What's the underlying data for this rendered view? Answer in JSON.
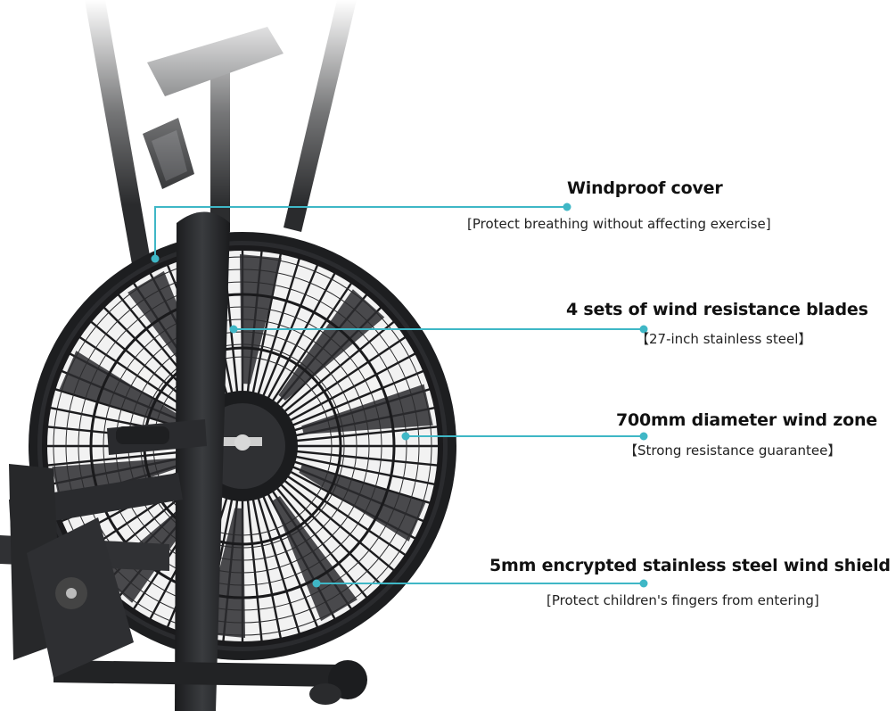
{
  "colors": {
    "callout_line": "#3fb7c6",
    "frame": "#222426",
    "text": "#111111"
  },
  "callouts": [
    {
      "title": "Windproof cover",
      "subtitle": "[Protect breathing without affecting exercise]"
    },
    {
      "title": "4 sets of wind resistance blades",
      "subtitle": "【27-inch stainless steel】"
    },
    {
      "title": "700mm diameter wind zone",
      "subtitle": "【Strong resistance guarantee】"
    },
    {
      "title": "5mm encrypted stainless steel wind shield",
      "subtitle": "[Protect children's fingers from entering]"
    }
  ]
}
